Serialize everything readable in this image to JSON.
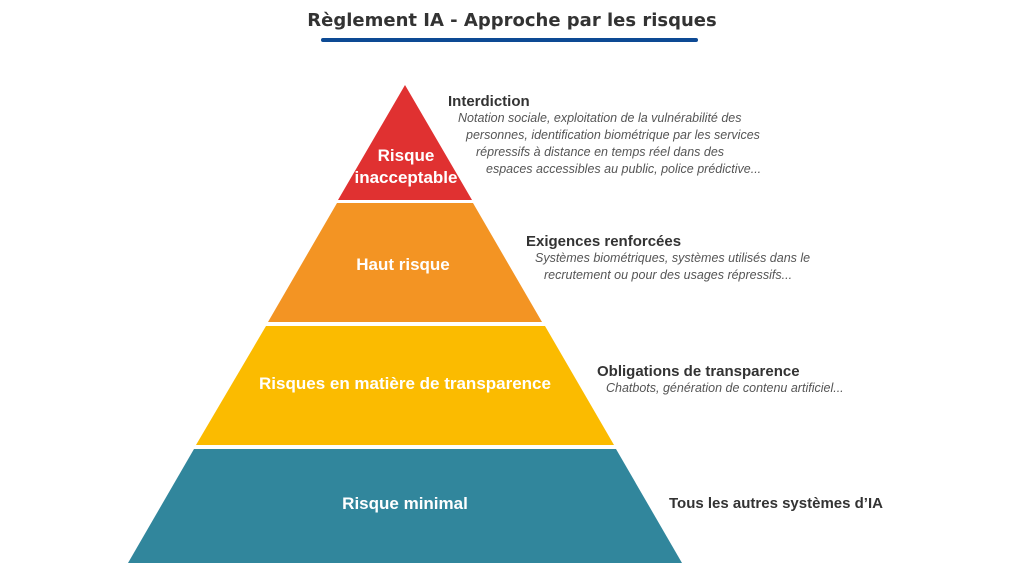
{
  "title": "Règlement IA - Approche par les risques",
  "colors": {
    "accent": "#0d4a94",
    "unacceptable": "#e03131",
    "high": "#f39423",
    "transparency": "#fbbb00",
    "minimal": "#31869c"
  },
  "levels": [
    {
      "label_line1": "Risque",
      "label_line2": "inacceptable",
      "heading": "Interdiction",
      "lines": [
        "Notation sociale, exploitation de la vulnérabilité des",
        "personnes, identification biométrique par les services",
        "répressifs à distance en temps réel dans des",
        "espaces accessibles au public, police prédictive..."
      ]
    },
    {
      "label": "Haut risque",
      "heading": "Exigences renforcées",
      "lines": [
        "Systèmes biométriques, systèmes utilisés dans le",
        "recrutement ou pour des usages répressifs..."
      ]
    },
    {
      "label": "Risques en matière de transparence",
      "heading": "Obligations de transparence",
      "lines": [
        "Chatbots, génération de contenu artificiel..."
      ]
    },
    {
      "label": "Risque minimal",
      "heading": "Tous les autres systèmes d’IA"
    }
  ]
}
